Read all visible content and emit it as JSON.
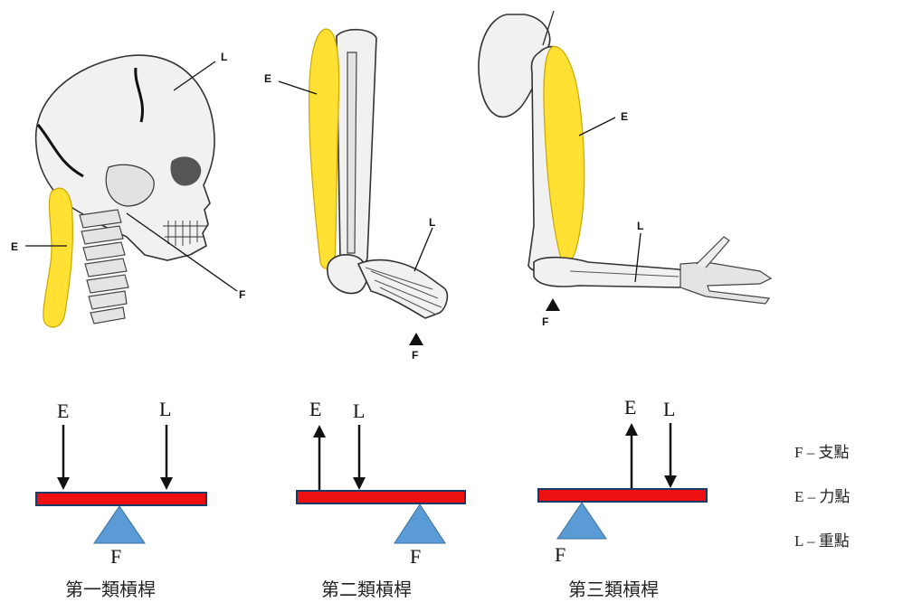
{
  "illustrations": {
    "head": {
      "label_L": "L",
      "label_E": "E",
      "label_F": "F"
    },
    "foot": {
      "label_E": "E",
      "label_L": "L",
      "label_F": "F"
    },
    "arm": {
      "label_E": "E",
      "label_L": "L",
      "label_F": "F"
    }
  },
  "levers": [
    {
      "label_E": "E",
      "label_L": "L",
      "label_F": "F",
      "caption": "第一類槓桿"
    },
    {
      "label_E": "E",
      "label_L": "L",
      "label_F": "F",
      "caption": "第二類槓桿"
    },
    {
      "label_E": "E",
      "label_L": "L",
      "label_F": "F",
      "caption": "第三類槓桿"
    }
  ],
  "legend": [
    {
      "text": "F –  支點"
    },
    {
      "text": "E –  力點"
    },
    {
      "text": "L –  重點"
    }
  ],
  "colors": {
    "beam": "#ee1111",
    "beam_border": "#1a3a66",
    "fulcrum": "#5b9bd5",
    "muscle": "#ffe033"
  }
}
